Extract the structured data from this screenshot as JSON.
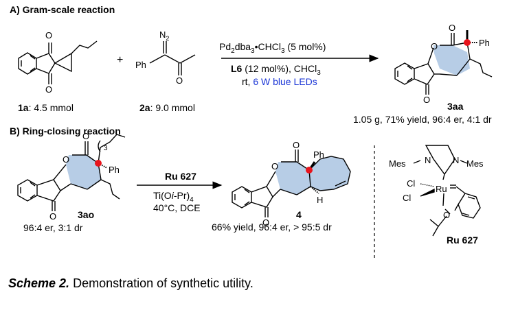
{
  "sectionA": {
    "title": "A) Gram-scale reaction",
    "plus": "+",
    "reactant1": {
      "code": "1a",
      "amount": ": 4.5 mmol",
      "atoms": {
        "o_top": "O",
        "o_bottom": "O"
      }
    },
    "reactant2": {
      "code": "2a",
      "amount": ": 9.0 mmol",
      "atoms": {
        "n2": "N",
        "n2_sub": "2",
        "ph": "Ph",
        "o": "O"
      }
    },
    "conditions": {
      "cat": "Pd",
      "cat_sub1": "2",
      "cat_mid": "dba",
      "cat_sub2": "3",
      "cat_tail": "•CHCl",
      "cat_sub3": "3",
      "cat_load": " (5 mol%)",
      "ligand": "L6",
      "ligand_rest": " (12 mol%), CHCl",
      "ligand_sub": "3",
      "light_prefix": "rt, ",
      "light": "6 W blue LEDs"
    },
    "product": {
      "code": "3aa",
      "result": "1.05 g, 71% yield, 96:4 er, 4:1 dr",
      "atoms": {
        "o_carbonyl": "O",
        "o_ring": "O",
        "ph": "Ph",
        "o_ketone": "O"
      }
    }
  },
  "sectionB": {
    "title": "B) Ring-closing reaction",
    "substrate": {
      "code": "3ao",
      "result": "96:4 er, 3:1 dr",
      "atoms": {
        "o_carbonyl": "O",
        "o_ring": "O",
        "ph": "Ph",
        "o_ketone": "O",
        "chain_sub": "3"
      }
    },
    "conditions": {
      "catalyst": "Ru 627",
      "additive_pre": "Ti(O",
      "additive_it": "i",
      "additive_post": "-Pr)",
      "additive_sub": "4",
      "temp_solvent": "40°C, DCE"
    },
    "product": {
      "code": "4",
      "result": "66% yield, 96:4 er, > 95:5 dr",
      "atoms": {
        "o_carbonyl": "O",
        "o_ring": "O",
        "ph": "Ph",
        "h": "H",
        "o_ketone": "O"
      }
    },
    "catalyst_structure": {
      "name": "Ru 627",
      "atoms": {
        "mes_left": "Mes",
        "n_left": "N",
        "n_right": "N",
        "mes_right": "Mes",
        "cl_top": "Cl",
        "cl_bottom": "Cl",
        "ru": "Ru",
        "o": "O"
      }
    }
  },
  "caption": {
    "lead": "Scheme 2.",
    "text": " Demonstration of synthetic utility."
  },
  "colors": {
    "highlight_fill": "#b7cde6",
    "stereocenter": "#e8141c",
    "blue_text": "#1a35d6",
    "line": "#000000"
  }
}
